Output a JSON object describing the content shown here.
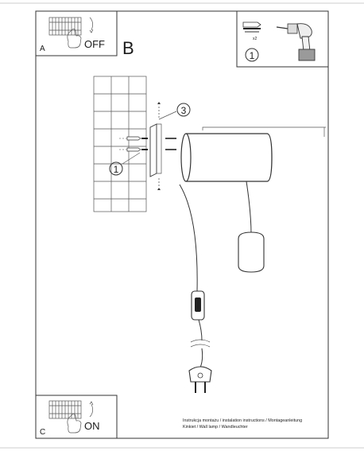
{
  "panel_a": {
    "letter": "A",
    "label": "OFF"
  },
  "main": {
    "letter": "B"
  },
  "panel_c": {
    "letter": "C",
    "label": "ON"
  },
  "tools": {
    "callout": "1",
    "quantity": "x2"
  },
  "callouts": {
    "part_1": "1",
    "part_3": "3"
  },
  "footer": {
    "line1": "Instrukcja montażu / instalation instructions / Montageanleitung",
    "line2": "Kinkiet / Wall lamp / Wandleuchter"
  }
}
